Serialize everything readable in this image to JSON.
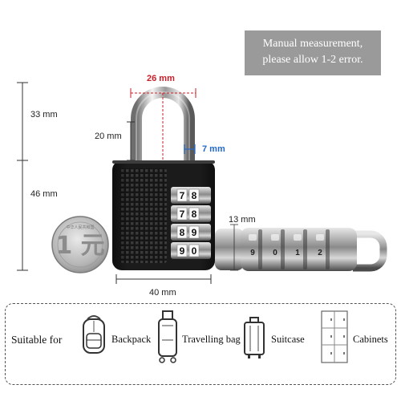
{
  "note": {
    "line1": "Manual measurement,",
    "line2": "please allow 1-2 error."
  },
  "dimensions": {
    "shackle_width": "26 mm",
    "shackle_inner_height": "20 mm",
    "shackle_thickness": "7 mm",
    "upper_height": "33 mm",
    "body_height": "46 mm",
    "body_width": "40 mm",
    "body_depth": "13 mm"
  },
  "dials": [
    [
      "7",
      "8"
    ],
    [
      "7",
      "8"
    ],
    [
      "8",
      "9"
    ],
    [
      "9",
      "0"
    ]
  ],
  "coin": {
    "text": "1 元",
    "ring_text": "中华人民共和国"
  },
  "suitable": {
    "label": "Suitable for",
    "items": [
      {
        "name": "Backpack",
        "icon": "backpack-icon"
      },
      {
        "name": "Travelling bag",
        "icon": "travelling-bag-icon"
      },
      {
        "name": "Suitcase",
        "icon": "suitcase-icon"
      },
      {
        "name": "Cabinets",
        "icon": "cabinets-icon"
      }
    ]
  },
  "colors": {
    "measure_red": "#c81e28",
    "measure_blue": "#2468c8",
    "lock_body": "#1b1b1b"
  }
}
